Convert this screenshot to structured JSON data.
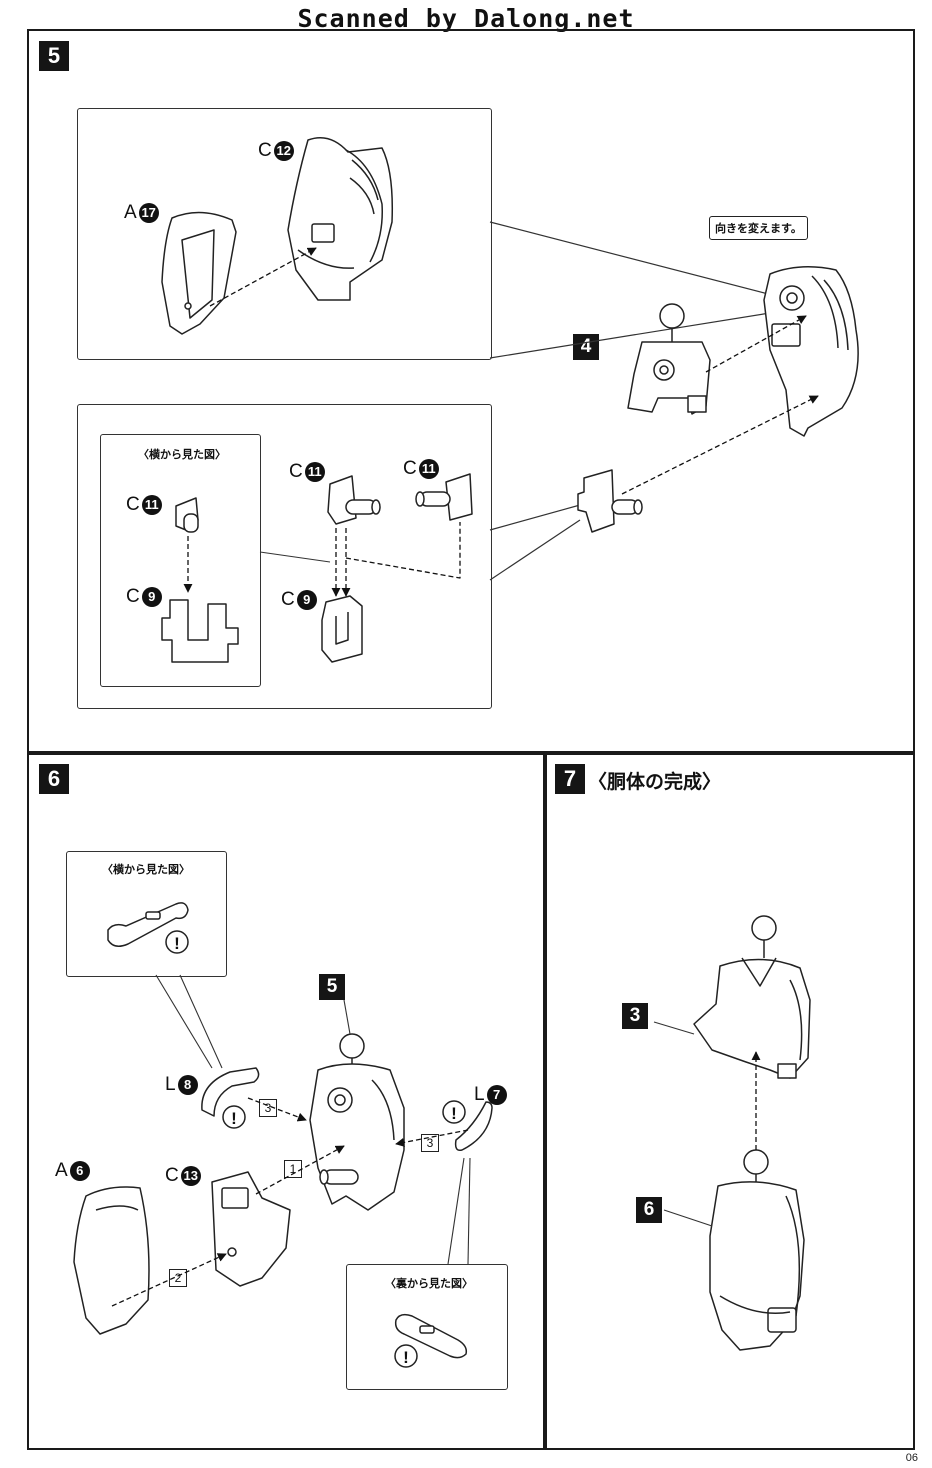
{
  "scanner_credit": "Scanned by Dalong.net",
  "page_number": "06",
  "steps": {
    "s5": {
      "number": "5"
    },
    "s6": {
      "number": "6"
    },
    "s7": {
      "number": "7",
      "title": "〈胴体の完成〉"
    }
  },
  "view_labels": {
    "side_view": "〈横から見た図〉",
    "back_view": "〈裏から見た図〉"
  },
  "callout": "向きを変えます。",
  "parts": {
    "c12": {
      "letter": "C",
      "num": "12"
    },
    "a17": {
      "letter": "A",
      "num": "17"
    },
    "c11a": {
      "letter": "C",
      "num": "11"
    },
    "c11b": {
      "letter": "C",
      "num": "11"
    },
    "c11c": {
      "letter": "C",
      "num": "11"
    },
    "c9a": {
      "letter": "C",
      "num": "9"
    },
    "c9b": {
      "letter": "C",
      "num": "9"
    },
    "l8": {
      "letter": "L",
      "num": "8"
    },
    "l7": {
      "letter": "L",
      "num": "7"
    },
    "a6": {
      "letter": "A",
      "num": "6"
    },
    "c13": {
      "letter": "C",
      "num": "13"
    }
  },
  "sub_refs": {
    "ref4": "4",
    "ref5": "5",
    "ref3": "3",
    "ref6": "6"
  },
  "order_marks": {
    "m1": "1",
    "m2": "2",
    "m3a": "3",
    "m3b": "3"
  },
  "caution_symbol": "!"
}
